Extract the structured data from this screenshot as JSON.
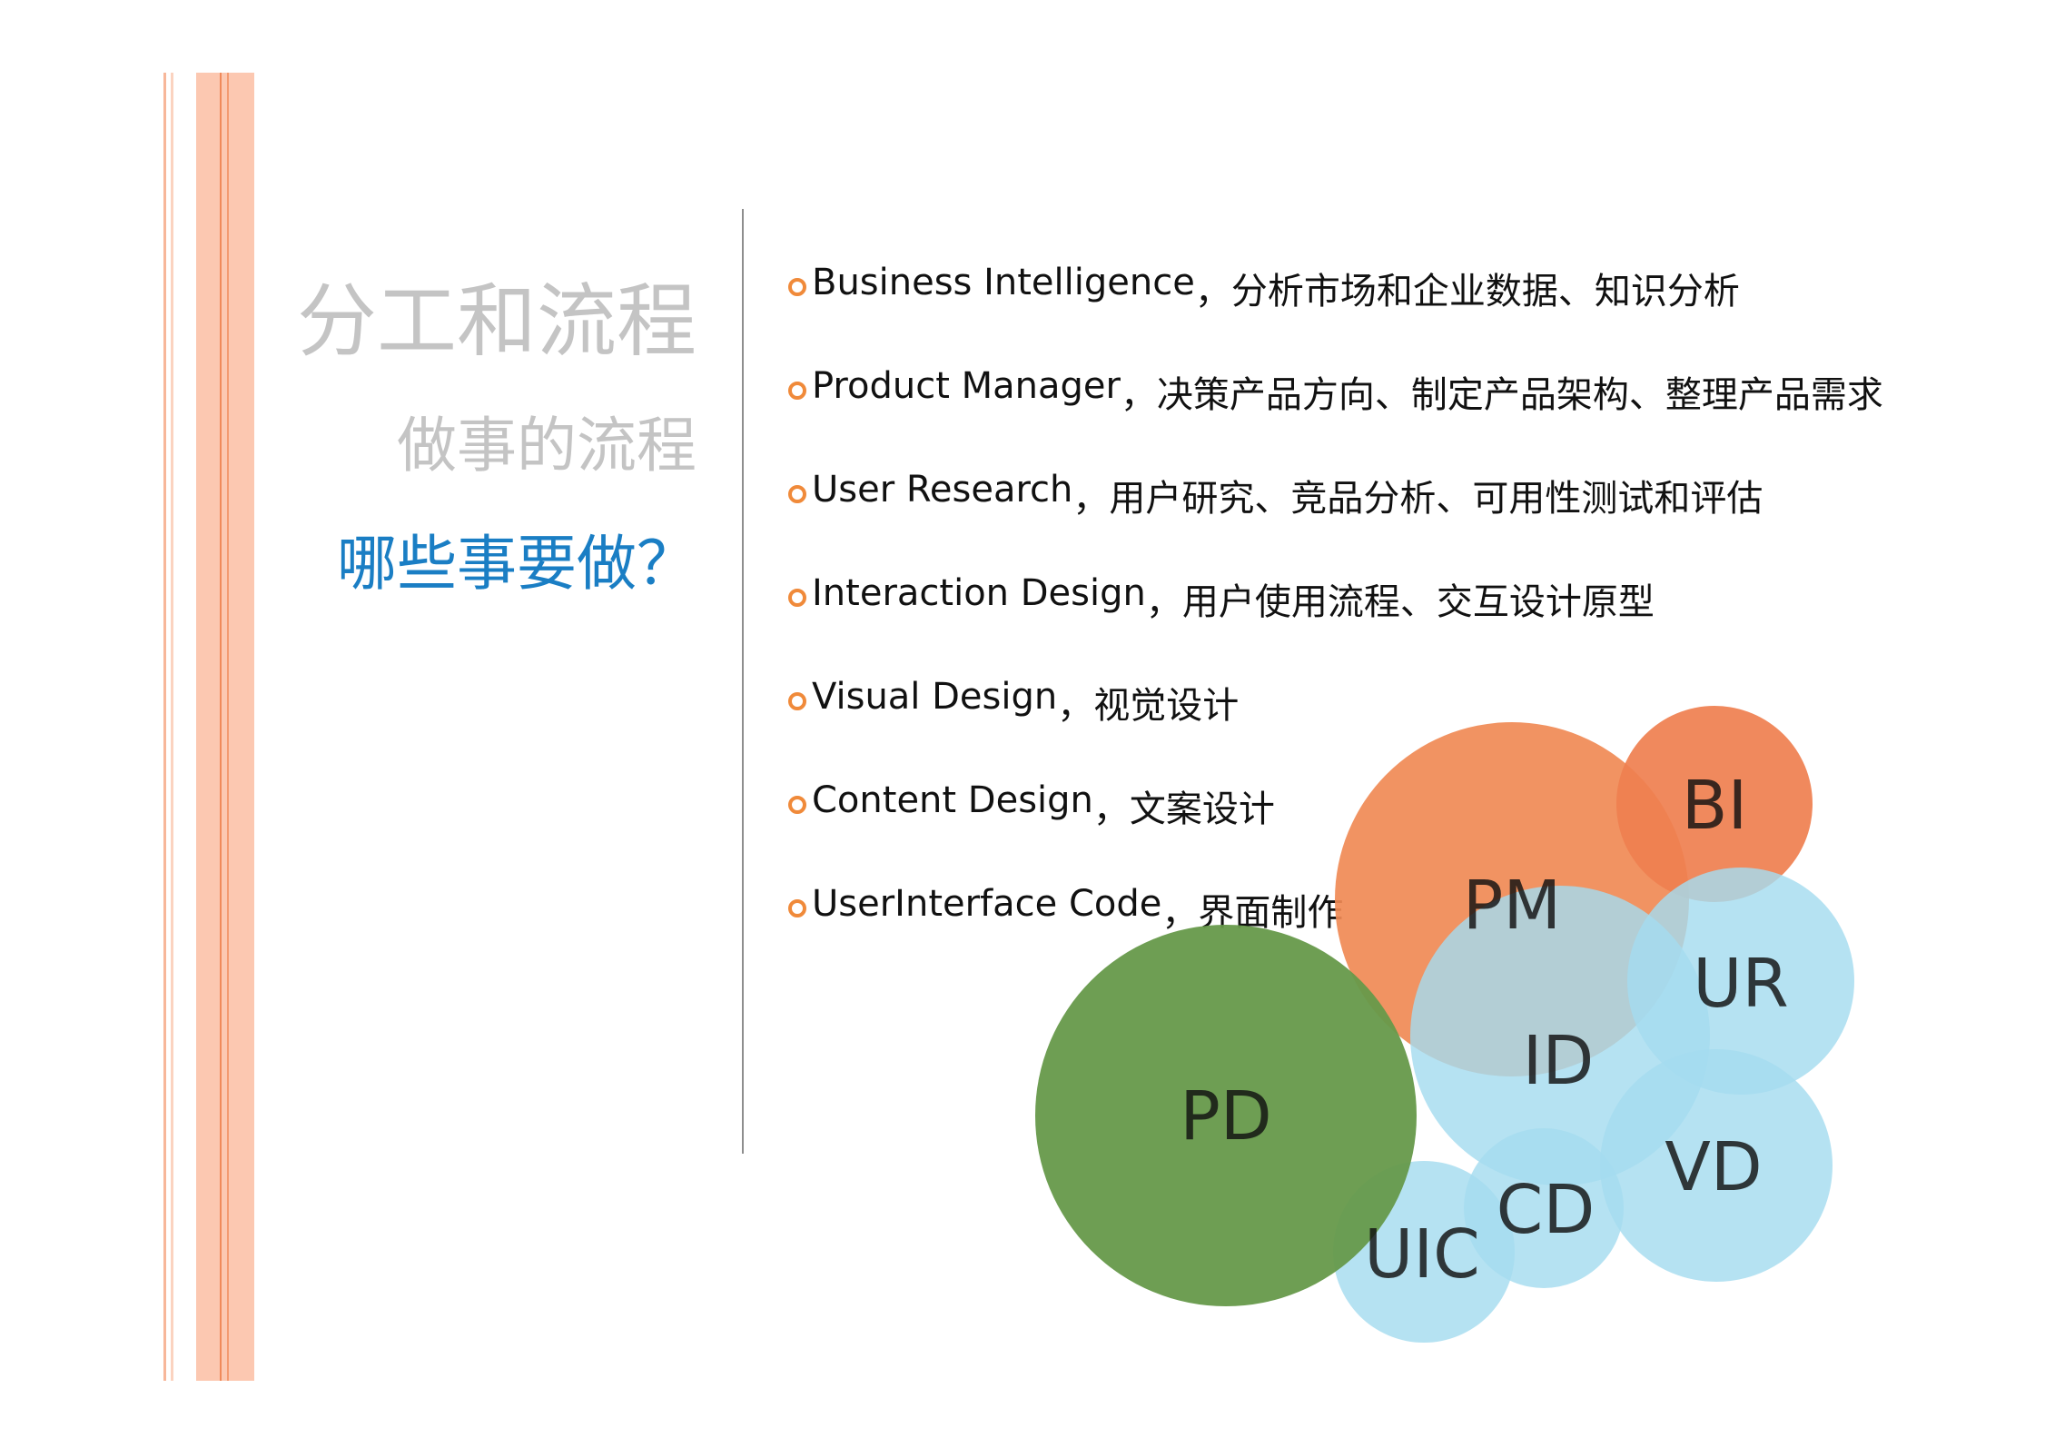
{
  "sidebar": {
    "title": "分工和流程",
    "subtitle": "做事的流程",
    "current": "哪些事要做？"
  },
  "roles": [
    {
      "name": "Business Intelligence",
      "desc": "，分析市场和企业数据、知识分析"
    },
    {
      "name": "Product Manager",
      "desc": "，决策产品方向、制定产品架构、整理产品需求"
    },
    {
      "name": "User Research",
      "desc": "，用户研究、竞品分析、可用性测试和评估"
    },
    {
      "name": "Interaction Design",
      "desc": "，用户使用流程、交互设计原型"
    },
    {
      "name": "Visual Design",
      "desc": "，视觉设计"
    },
    {
      "name": "Content Design",
      "desc": "，文案设计"
    },
    {
      "name": "UserInterface Code",
      "desc": "，界面制作"
    }
  ],
  "diagram": {
    "bubbles": [
      {
        "id": "pm",
        "label": "PM",
        "color": "#f08a55"
      },
      {
        "id": "bi",
        "label": "BI",
        "color": "#ef7f4f"
      },
      {
        "id": "id",
        "label": "ID",
        "color": "#a5dcef"
      },
      {
        "id": "ur",
        "label": "UR",
        "color": "#a5dcef"
      },
      {
        "id": "vd",
        "label": "VD",
        "color": "#a5dcef"
      },
      {
        "id": "cd",
        "label": "CD",
        "color": "#a5dcef"
      },
      {
        "id": "uic",
        "label": "UIC",
        "color": "#a5dcef"
      },
      {
        "id": "pd",
        "label": "PD",
        "color": "#66994a"
      }
    ]
  },
  "colors": {
    "accent_blue": "#1a7ec4",
    "bullet_orange": "#f08a3a",
    "title_gray": "#c4c4c4"
  }
}
